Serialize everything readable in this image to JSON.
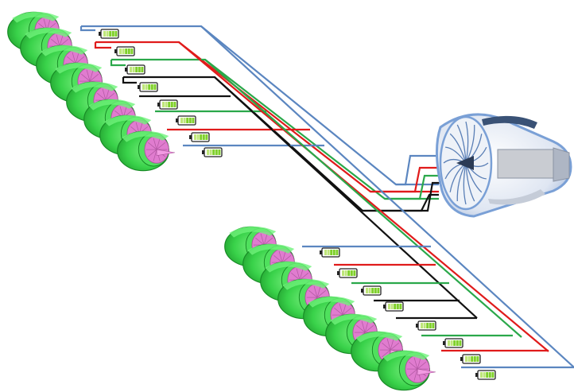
{
  "diagram": {
    "colors": {
      "wire_blue": "#5b86c0",
      "wire_red": "#e01b1b",
      "wire_green": "#2aa84a",
      "wire_black": "#111111",
      "fan_green": "#39d24a",
      "fan_green_dark": "#1f9a2c",
      "fan_pink": "#e07ccf",
      "engine_blue": "#7aa0d6",
      "engine_grey": "#c9ccd2",
      "battery_fill": "#7fd02a"
    },
    "groups": [
      {
        "id": "upper",
        "fan_count": 8,
        "battery_count": 8
      },
      {
        "id": "lower",
        "fan_count": 8,
        "battery_count": 8
      }
    ],
    "engine": {
      "icon": "turbofan-engine-icon"
    },
    "battery_icon": "battery-icon",
    "fan_icon": "electric-fan-icon"
  }
}
